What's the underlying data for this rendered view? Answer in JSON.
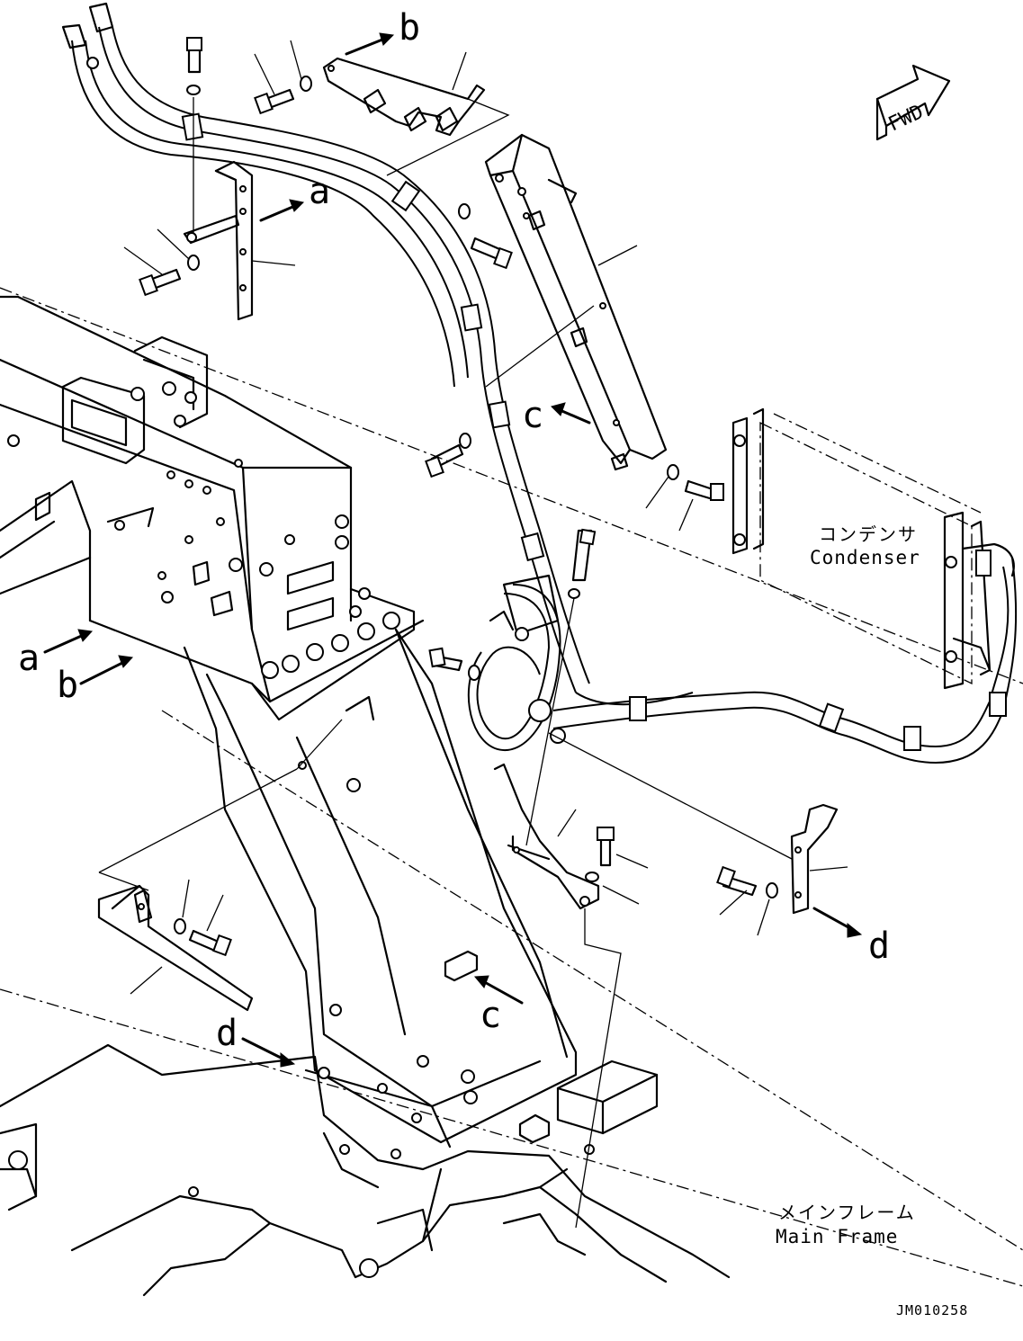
{
  "diagram": {
    "ref_letters": {
      "a": "a",
      "b": "b",
      "c": "c",
      "d": "d"
    },
    "fwd_marker": "FWD",
    "condenser": {
      "label_jp": "コンデンサ",
      "label_en": "Condenser"
    },
    "main_frame": {
      "label_jp": "メインフレーム",
      "label_en": "Main Frame"
    },
    "drawing_code": "JM010258"
  }
}
